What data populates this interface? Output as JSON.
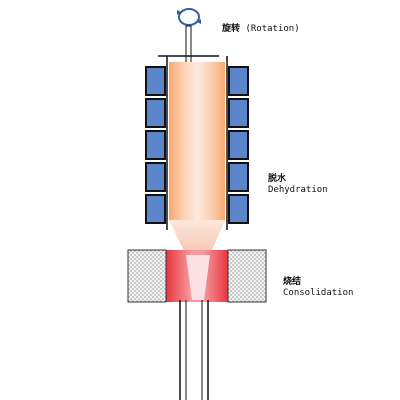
{
  "labels": {
    "rotation": {
      "zh": "旋转",
      "en": "(Rotation)"
    },
    "dehydration": {
      "zh": "脱水",
      "en": "Dehydration"
    },
    "consolidation": {
      "zh": "烧结",
      "en": "Consolidation"
    }
  },
  "icons": {
    "rotation": "rotation-arrows-icon"
  },
  "colors": {
    "heater_block": "#5b84c9",
    "heater_border": "#1b1b1b",
    "preform_glow": "#f7a86e",
    "sinter_hot": "#e8343c",
    "sinter_block": "#d9d9d9",
    "tube_line": "#111111",
    "rotation_arrow": "#2e5f9f"
  }
}
